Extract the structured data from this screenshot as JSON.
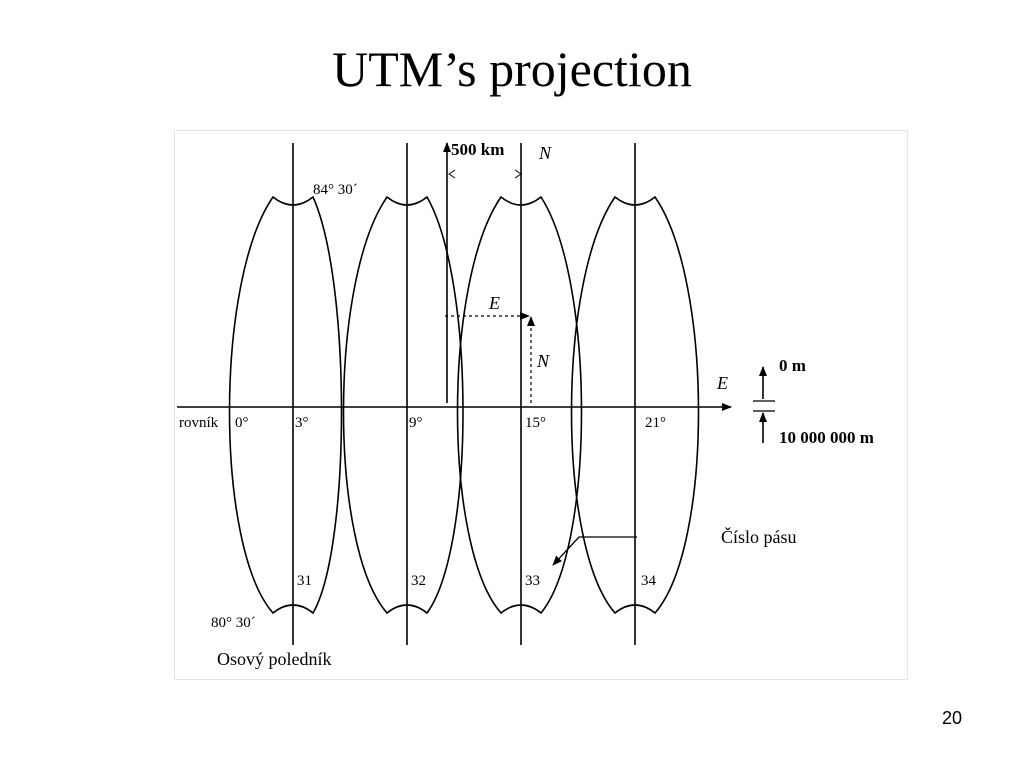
{
  "slide": {
    "title": "UTM’s projection",
    "page_number": "20"
  },
  "figure": {
    "top_latitude": "84° 30´",
    "bottom_latitude": "80° 30´",
    "false_easting": "500 km",
    "grid_north": "N",
    "easting": "E",
    "northing": "N",
    "equator_easting": "E",
    "equator_label": "rovník",
    "meridians": [
      "0°",
      "3°",
      "9°",
      "15°",
      "21°"
    ],
    "zone_numbers": [
      "31",
      "32",
      "33",
      "34"
    ],
    "north_false_northing": "0 m",
    "south_false_northing": "10 000 000 m",
    "zone_number_label": "Číslo pásu",
    "central_meridian_label": "Osový poledník"
  }
}
